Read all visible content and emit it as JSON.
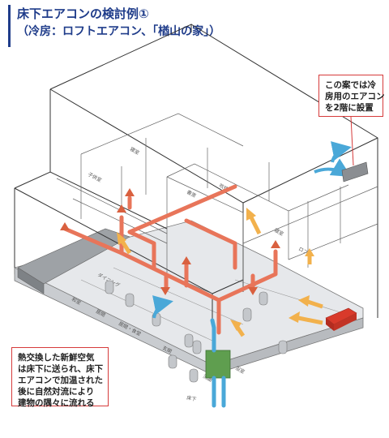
{
  "title": {
    "line1": "床下エアコンの検討例①",
    "line2": "（冷房：ロフトエアコン、「楢山の家」）"
  },
  "callout_top": {
    "lines": [
      "この案では冷",
      "房用のエアコン",
      "を2階に設置"
    ]
  },
  "callout_bottom": {
    "lines": [
      "熱交換した新鮮空気",
      "は床下に送られ、床下",
      "エアコンで加温された",
      "後に自然対流により",
      "建物の隅々に流れる"
    ]
  },
  "room_labels": [
    "寝室",
    "子供室",
    "吹抜",
    "寝室",
    "書斎",
    "和室",
    "居間",
    "ダイニング",
    "居間・食堂",
    "玄関",
    "浴室",
    "洗面",
    "床下",
    "ロフト"
  ],
  "colors": {
    "title": "#1f3c8a",
    "duct": "#e8755a",
    "fresh_air": "#4aa8d8",
    "warm_air": "#f2b14c",
    "unit_red": "#d93a2b",
    "heat_exchanger": "#5f9e4f",
    "callout_border": "#d63b3b"
  }
}
